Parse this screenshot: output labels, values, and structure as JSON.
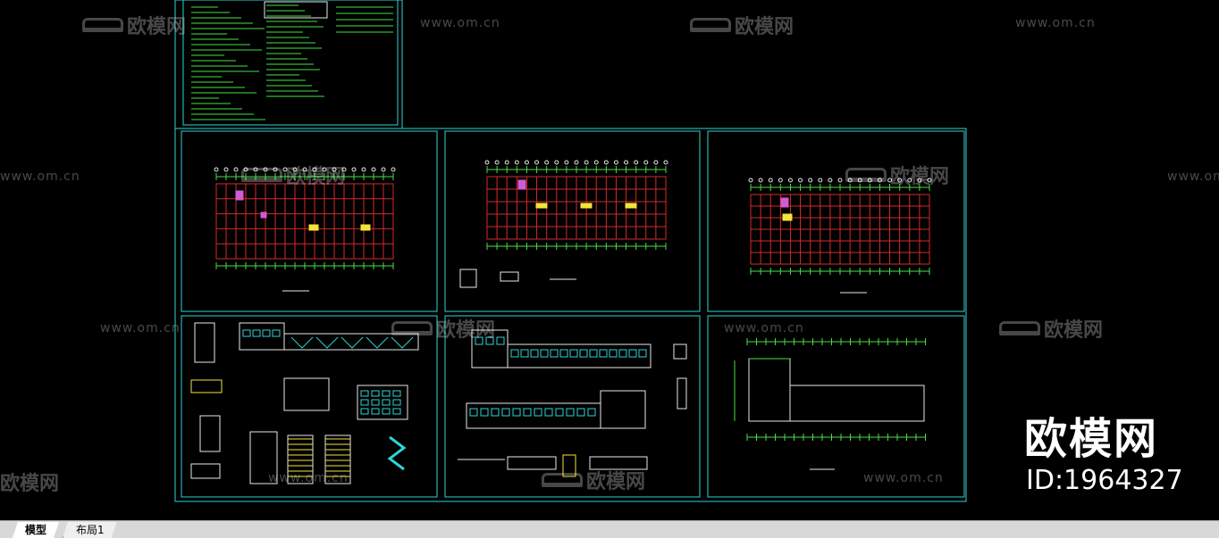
{
  "viewport": {
    "name": "cad-model-space"
  },
  "watermarks": {
    "url_text": "www.om.cn",
    "logo_text": "欧模网"
  },
  "brand": {
    "name": "欧模网",
    "id": "ID:1964327"
  },
  "tabs": [
    {
      "label": "模型",
      "active": true
    },
    {
      "label": "布局1",
      "active": false
    }
  ],
  "colors": {
    "frame": "#2fd3d3",
    "grid_red": "#d42a2a",
    "grid_green": "#46e046",
    "yellow": "#f3e33a",
    "magenta": "#d45ad4",
    "white": "#e8e8e8"
  }
}
